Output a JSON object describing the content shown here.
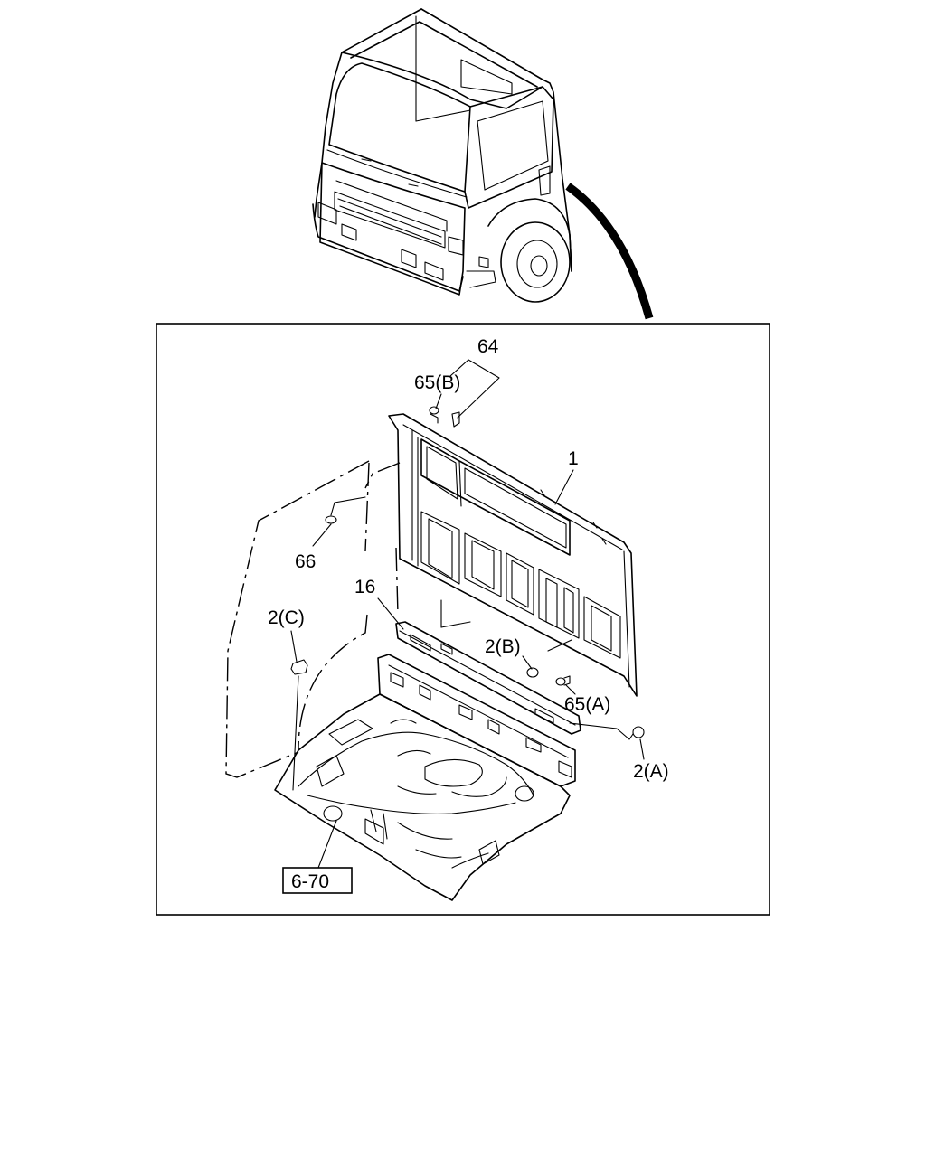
{
  "diagram": {
    "callouts": {
      "part_64": "64",
      "part_65b": "65(B)",
      "part_1": "1",
      "part_66": "66",
      "part_16": "16",
      "part_2c": "2(C)",
      "part_2b": "2(B)",
      "part_65a": "65(A)",
      "part_2a": "2(A)",
      "ref_6_70": "6-70"
    }
  }
}
